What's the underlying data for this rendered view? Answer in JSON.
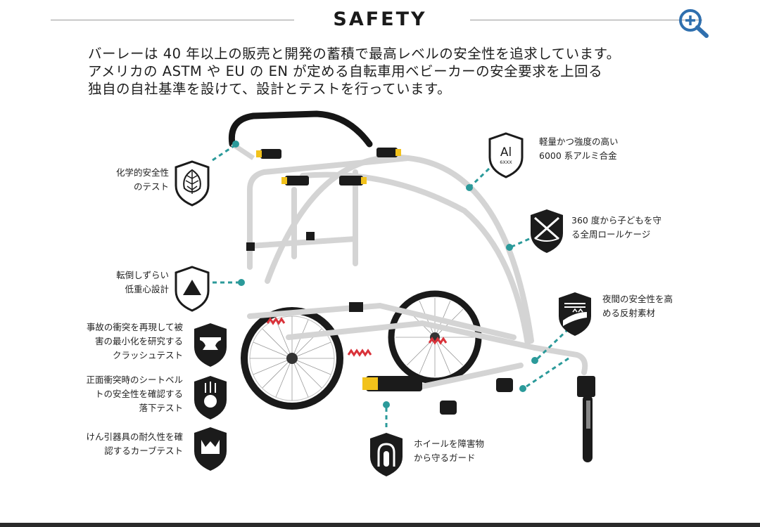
{
  "header": {
    "title": "SAFETY",
    "zoom_icon": "zoom-in-icon"
  },
  "intro": {
    "line1": "バーレーは 40 年以上の販売と開発の蓄積で最高レベルの安全性を追求しています。",
    "line2": "アメリカの ASTM や EU の EN が定める自転車用ベビーカーの安全要求を上回る",
    "line3": "独自の自社基準を設けて、設計とテストを行っています。"
  },
  "features": {
    "chemical": {
      "icon": "leaf-shield-icon",
      "line1": "化学的安全性",
      "line2": "のテスト"
    },
    "rollover": {
      "icon": "triangle-shield-icon",
      "line1": "転倒しずらい",
      "line2": "低重心設計"
    },
    "crash": {
      "icon": "anvil-shield-icon",
      "line1": "事故の衝突を再現して被",
      "line2": "害の最小化を研究する",
      "line3": "クラッシュテスト"
    },
    "drop": {
      "icon": "drop-test-shield-icon",
      "line1": "正面衝突時のシートベル",
      "line2": "トの安全性を確認する",
      "line3": "落下テスト"
    },
    "hitch": {
      "icon": "curve-test-shield-icon",
      "line1": "けん引器具の耐久性を確",
      "line2": "認するカーブテスト"
    },
    "aluminum": {
      "icon": "aluminum-shield-icon",
      "badge_main": "Al",
      "badge_sub": "6XXX",
      "line1": "軽量かつ強度の高い",
      "line2": "6000 系アルミ合金"
    },
    "rollcage": {
      "icon": "rollcage-shield-icon",
      "line1": "360 度から子どもを守",
      "line2": "る全周ロールケージ"
    },
    "reflective": {
      "icon": "reflective-shield-icon",
      "line1": "夜間の安全性を高",
      "line2": "める反射素材"
    },
    "wheelguard": {
      "icon": "wheel-guard-shield-icon",
      "line1": "ホイールを障害物",
      "line2": "から守るガード"
    }
  },
  "colors": {
    "accent_teal": "#2b9a9a",
    "badge_dark": "#1b1b1b",
    "frame_yellow": "#f2c21b",
    "spring_red": "#d9323a",
    "frame_silver": "#d8d8d8"
  }
}
